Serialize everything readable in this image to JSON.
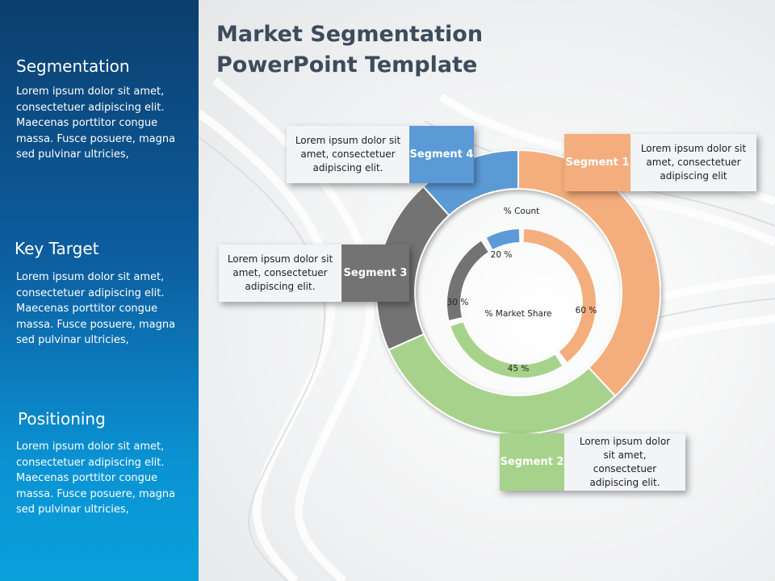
{
  "page_title": "Market Segmentation PowerPoint Template",
  "sidebar": {
    "sections": [
      {
        "title": "Segmentation",
        "body": "Lorem ipsum dolor sit amet, consectetuer adipiscing elit. Maecenas porttitor congue massa. Fusce posuere, magna sed pulvinar ultricies,"
      },
      {
        "title": "Key Target",
        "body": "Lorem ipsum dolor sit amet, consectetuer adipiscing elit. Maecenas porttitor congue massa. Fusce posuere, magna sed pulvinar ultricies,"
      },
      {
        "title": "Positioning",
        "body": "Lorem ipsum dolor sit amet, consectetuer adipiscing elit. Maecenas porttitor congue massa. Fusce posuere, magna sed pulvinar ultricies,"
      }
    ]
  },
  "segments": [
    {
      "label": "Segment 1",
      "desc": "Lorem ipsum dolor sit amet, consectetuer adipiscing elit",
      "color": "#f4ae7d"
    },
    {
      "label": "Segment 2",
      "desc": "Lorem ipsum dolor sit amet, consectetuer adipiscing elit.",
      "color": "#a7d28b"
    },
    {
      "label": "Segment 3",
      "desc": "Lorem ipsum dolor sit amet, consectetuer adipiscing elit.",
      "color": "#737373"
    },
    {
      "label": "Segment 4",
      "desc": "Lorem ipsum dolor sit amet, consectetuer adipiscing elit.",
      "color": "#5b9ad6"
    }
  ],
  "rings": {
    "outer_label": "% Count",
    "inner_label": "% Market Share",
    "inner_values": [
      "60 %",
      "45 %",
      "30 %",
      "20 %"
    ]
  }
}
